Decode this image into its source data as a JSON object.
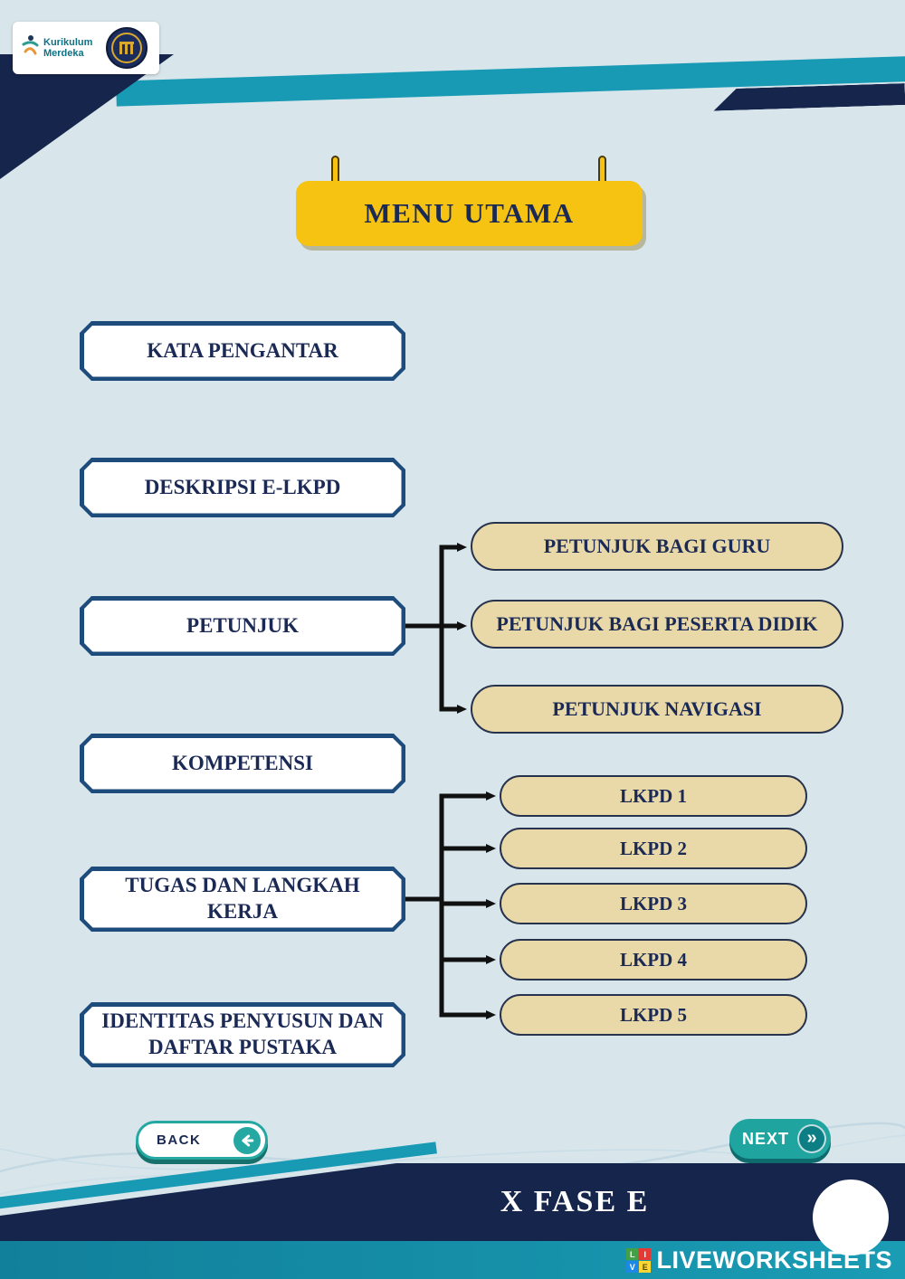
{
  "header": {
    "kurikulum_logo_text": "Kurikulum Merdeka",
    "title": "MENU UTAMA"
  },
  "menu": {
    "items": [
      {
        "label": "KATA PENGANTAR"
      },
      {
        "label": "DESKRIPSI E-LKPD"
      },
      {
        "label": "PETUNJUK"
      },
      {
        "label": "KOMPETENSI"
      },
      {
        "label": "TUGAS DAN LANGKAH KERJA"
      },
      {
        "label": "IDENTITAS PENYUSUN DAN DAFTAR PUSTAKA"
      }
    ],
    "petunjuk_submenu": [
      {
        "label": "PETUNJUK BAGI GURU"
      },
      {
        "label": "PETUNJUK BAGI PESERTA DIDIK"
      },
      {
        "label": "PETUNJUK NAVIGASI"
      }
    ],
    "lkpd_submenu": [
      {
        "label": "LKPD 1"
      },
      {
        "label": "LKPD 2"
      },
      {
        "label": "LKPD 3"
      },
      {
        "label": "LKPD 4"
      },
      {
        "label": "LKPD 5"
      }
    ]
  },
  "nav": {
    "back": "BACK",
    "next": "NEXT"
  },
  "footer": {
    "phase": "X FASE E",
    "brand": "LIVEWORKSHEETS",
    "brand_tiles": [
      "L",
      "I",
      "V",
      "E"
    ]
  },
  "colors": {
    "background": "#d8e6ec",
    "navy": "#16254c",
    "border_blue": "#1c4b7c",
    "teal": "#1899b4",
    "yellow": "#f6c313",
    "tan": "#ead9a8",
    "next_teal": "#1fa49f"
  }
}
